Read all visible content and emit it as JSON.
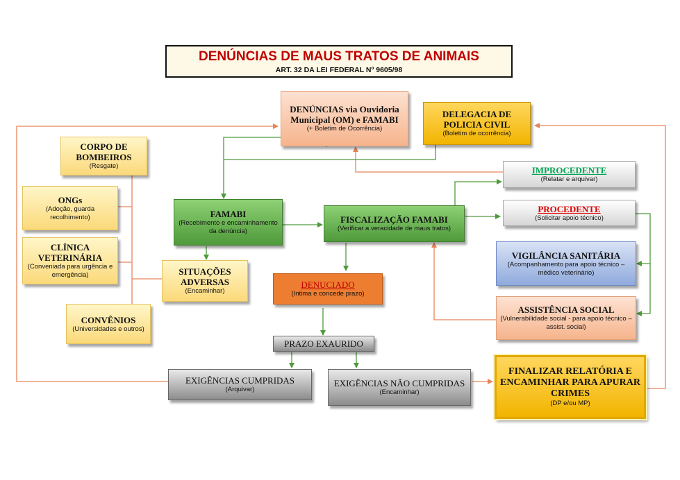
{
  "header": {
    "title": "DENÚNCIAS DE MAUS TRATOS DE ANIMAIS",
    "subtitle": "ART. 32 DA LEI FEDERAL Nº 9605/98"
  },
  "boxes": {
    "denuncias": {
      "title": "DENÚNCIAS via Ouvidoria Municipal (OM) e FAMABI",
      "sub": "(+ Boletim de Ocorrência)"
    },
    "delegacia": {
      "title": "DELEGACIA DE POLICIA CIVIL",
      "sub": "(Boletim de ocorrência)"
    },
    "corpo": {
      "title": "CORPO DE BOMBEIROS",
      "sub": "(Resgate)"
    },
    "ongs": {
      "title": "ONGs",
      "sub": "(Adoção, guarda recolhimento)"
    },
    "clinica": {
      "title": "CLÍNICA VETERINÁRIA",
      "sub": "(Conveniada para urgência e emergência)"
    },
    "convenios": {
      "title": "CONVÊNIOS",
      "sub": "(Universidades e outros)"
    },
    "famabi": {
      "title": "FAMABI",
      "sub": "(Recebimento e encaminhamento da denúncia)"
    },
    "situacoes": {
      "title": "SITUAÇÕES ADVERSAS",
      "sub": "(Encaminhar)"
    },
    "fiscalizacao": {
      "title": "FISCALIZAÇÃO FAMABI",
      "sub": "(Verificar a veracidade de maus tratos)"
    },
    "improcedente": {
      "title": "IMPROCEDENTE",
      "sub": "(Relatar e arquivar)"
    },
    "procedente": {
      "title": "PROCEDENTE",
      "sub": "(Solicitar apoio técnico)"
    },
    "vigilancia": {
      "title": "VIGILÂNCIA SANITÁRIA",
      "sub": "(Acompanhamento para apoio técnico – médico veterinário)"
    },
    "assistencia": {
      "title": "ASSISTÊNCIA SOCIAL",
      "sub": "(Vulnerabilidade social - para apoio técnico – assist. social)"
    },
    "denunciado": {
      "title": "DENUCIADO",
      "sub": "(Intima e concede prazo)"
    },
    "prazo": {
      "title": "PRAZO EXAURIDO"
    },
    "cumpridas": {
      "title": "EXIGÊNCIAS CUMPRIDAS",
      "sub": "(Arquivar)"
    },
    "nao_cumpridas": {
      "title": "EXIGÊNCIAS NÃO CUMPRIDAS",
      "sub": "(Encaminhar)"
    },
    "finalizar": {
      "title": "FINALIZAR RELATÓRIA E ENCAMINHAR PARA APURAR CRIMES",
      "sub": "(DP e/ou MP)"
    }
  },
  "colors": {
    "orange_line": "#e8845a",
    "green_line": "#4f9a3b",
    "title_red": "#c00000",
    "improcedente_green": "#00a651",
    "procedente_red": "#e00000"
  }
}
